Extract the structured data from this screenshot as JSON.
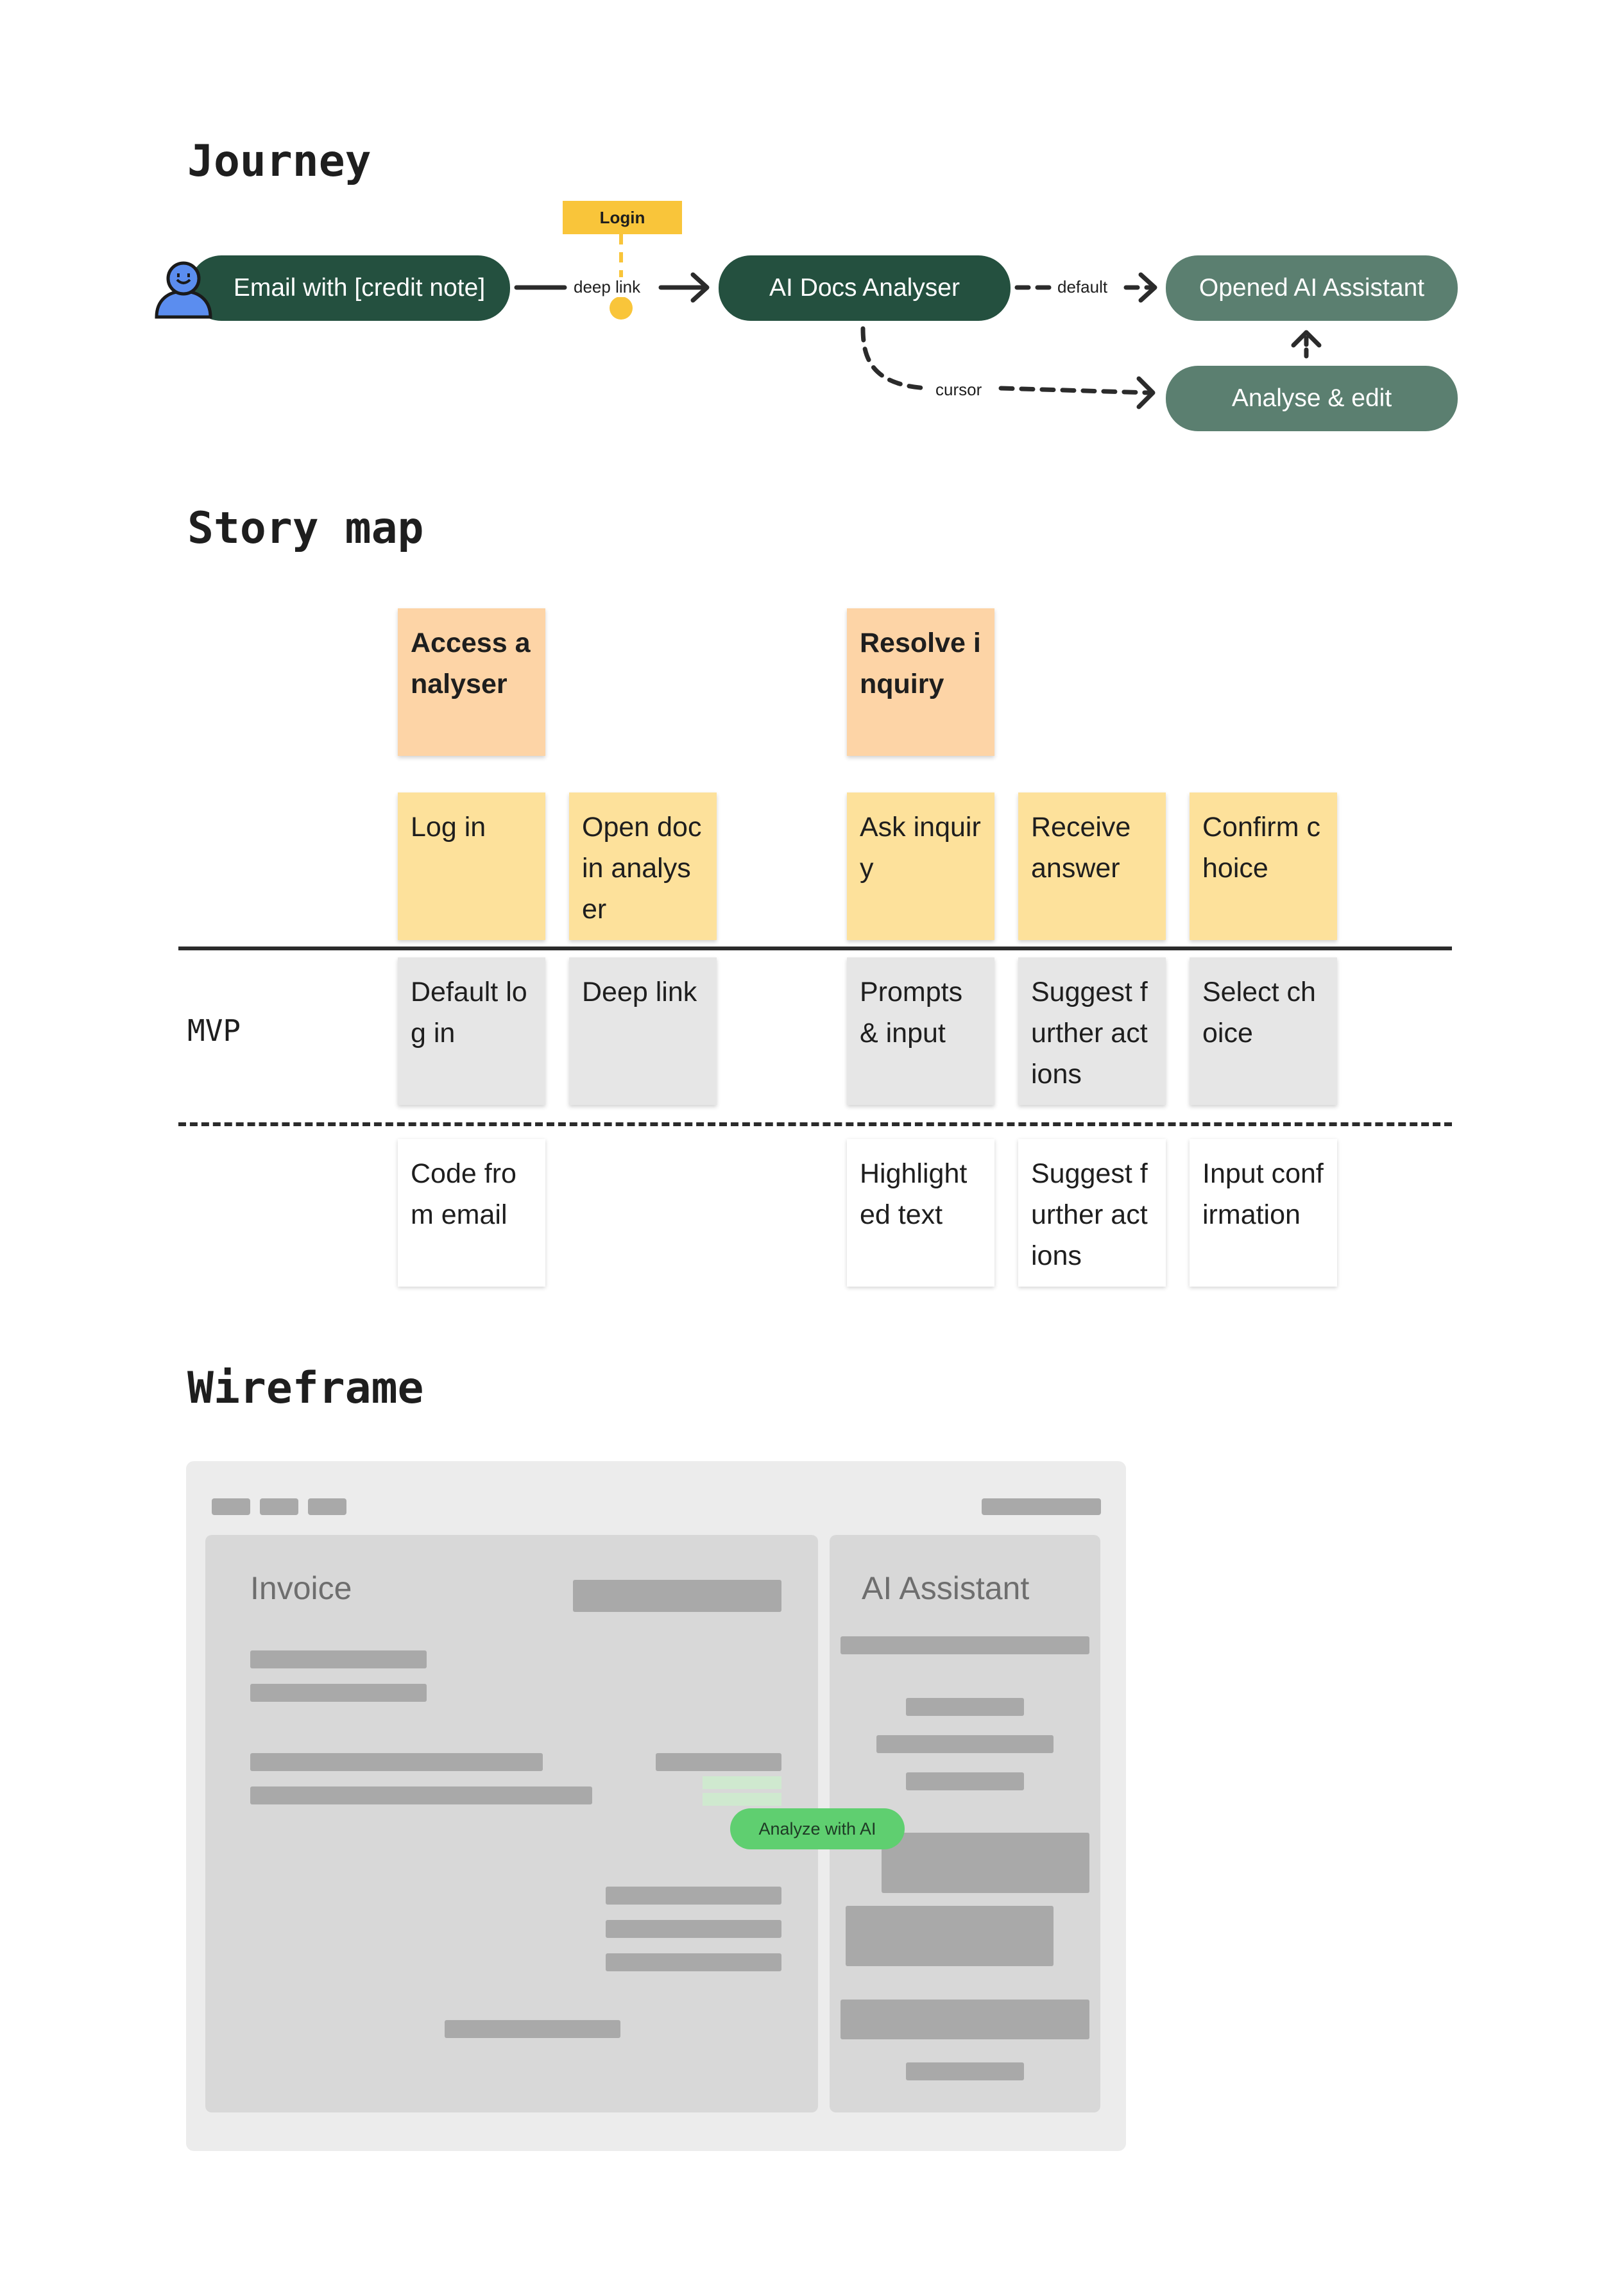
{
  "sections": {
    "journey_title": "Journey",
    "story_map_title": "Story map",
    "wireframe_title": "Wireframe"
  },
  "journey": {
    "nodes": {
      "email": "Email with [credit note]",
      "analyser": "AI Docs Analyser",
      "assistant": "Opened AI Assistant",
      "analyse_edit": "Analyse & edit"
    },
    "login_tag": "Login",
    "edge_labels": {
      "deep_link": "deep link",
      "default": "default",
      "cursor": "cursor"
    },
    "icons": [
      "user-icon"
    ],
    "colors": {
      "dark_node": "#24503f",
      "light_node": "#5b7f70",
      "login": "#f9c53a",
      "user_icon": "#5b8def"
    }
  },
  "story_map": {
    "themes": [
      {
        "label": "Access analyser"
      },
      {
        "label": "Resolve inquiry"
      }
    ],
    "activities": [
      {
        "label": "Log in"
      },
      {
        "label": "Open doc in analyser"
      },
      {
        "label": "Ask inquiry"
      },
      {
        "label": "Receive answer"
      },
      {
        "label": "Confirm choice"
      }
    ],
    "mvp_label": "MVP",
    "mvp": [
      {
        "label": "Default log in"
      },
      {
        "label": "Deep link"
      },
      {
        "label": "Prompts & input"
      },
      {
        "label": "Suggest further actions"
      },
      {
        "label": "Select choice"
      }
    ],
    "later": [
      {
        "label": "Code from email"
      },
      {
        "label": "Highlighted text"
      },
      {
        "label": "Suggest further actions"
      },
      {
        "label": "Input confirmation"
      }
    ],
    "colors": {
      "theme": "#fdd4a6",
      "activity": "#fde19b",
      "mvp": "#e6e6e6",
      "later": "#ffffff"
    }
  },
  "wireframe": {
    "invoice_title": "Invoice",
    "assistant_title": "AI Assistant",
    "analyze_button": "Analyze with AI",
    "colors": {
      "frame": "#ececec",
      "panel": "#d8d8d8",
      "placeholder": "#a9a9a9",
      "button": "#5fcf70"
    }
  }
}
